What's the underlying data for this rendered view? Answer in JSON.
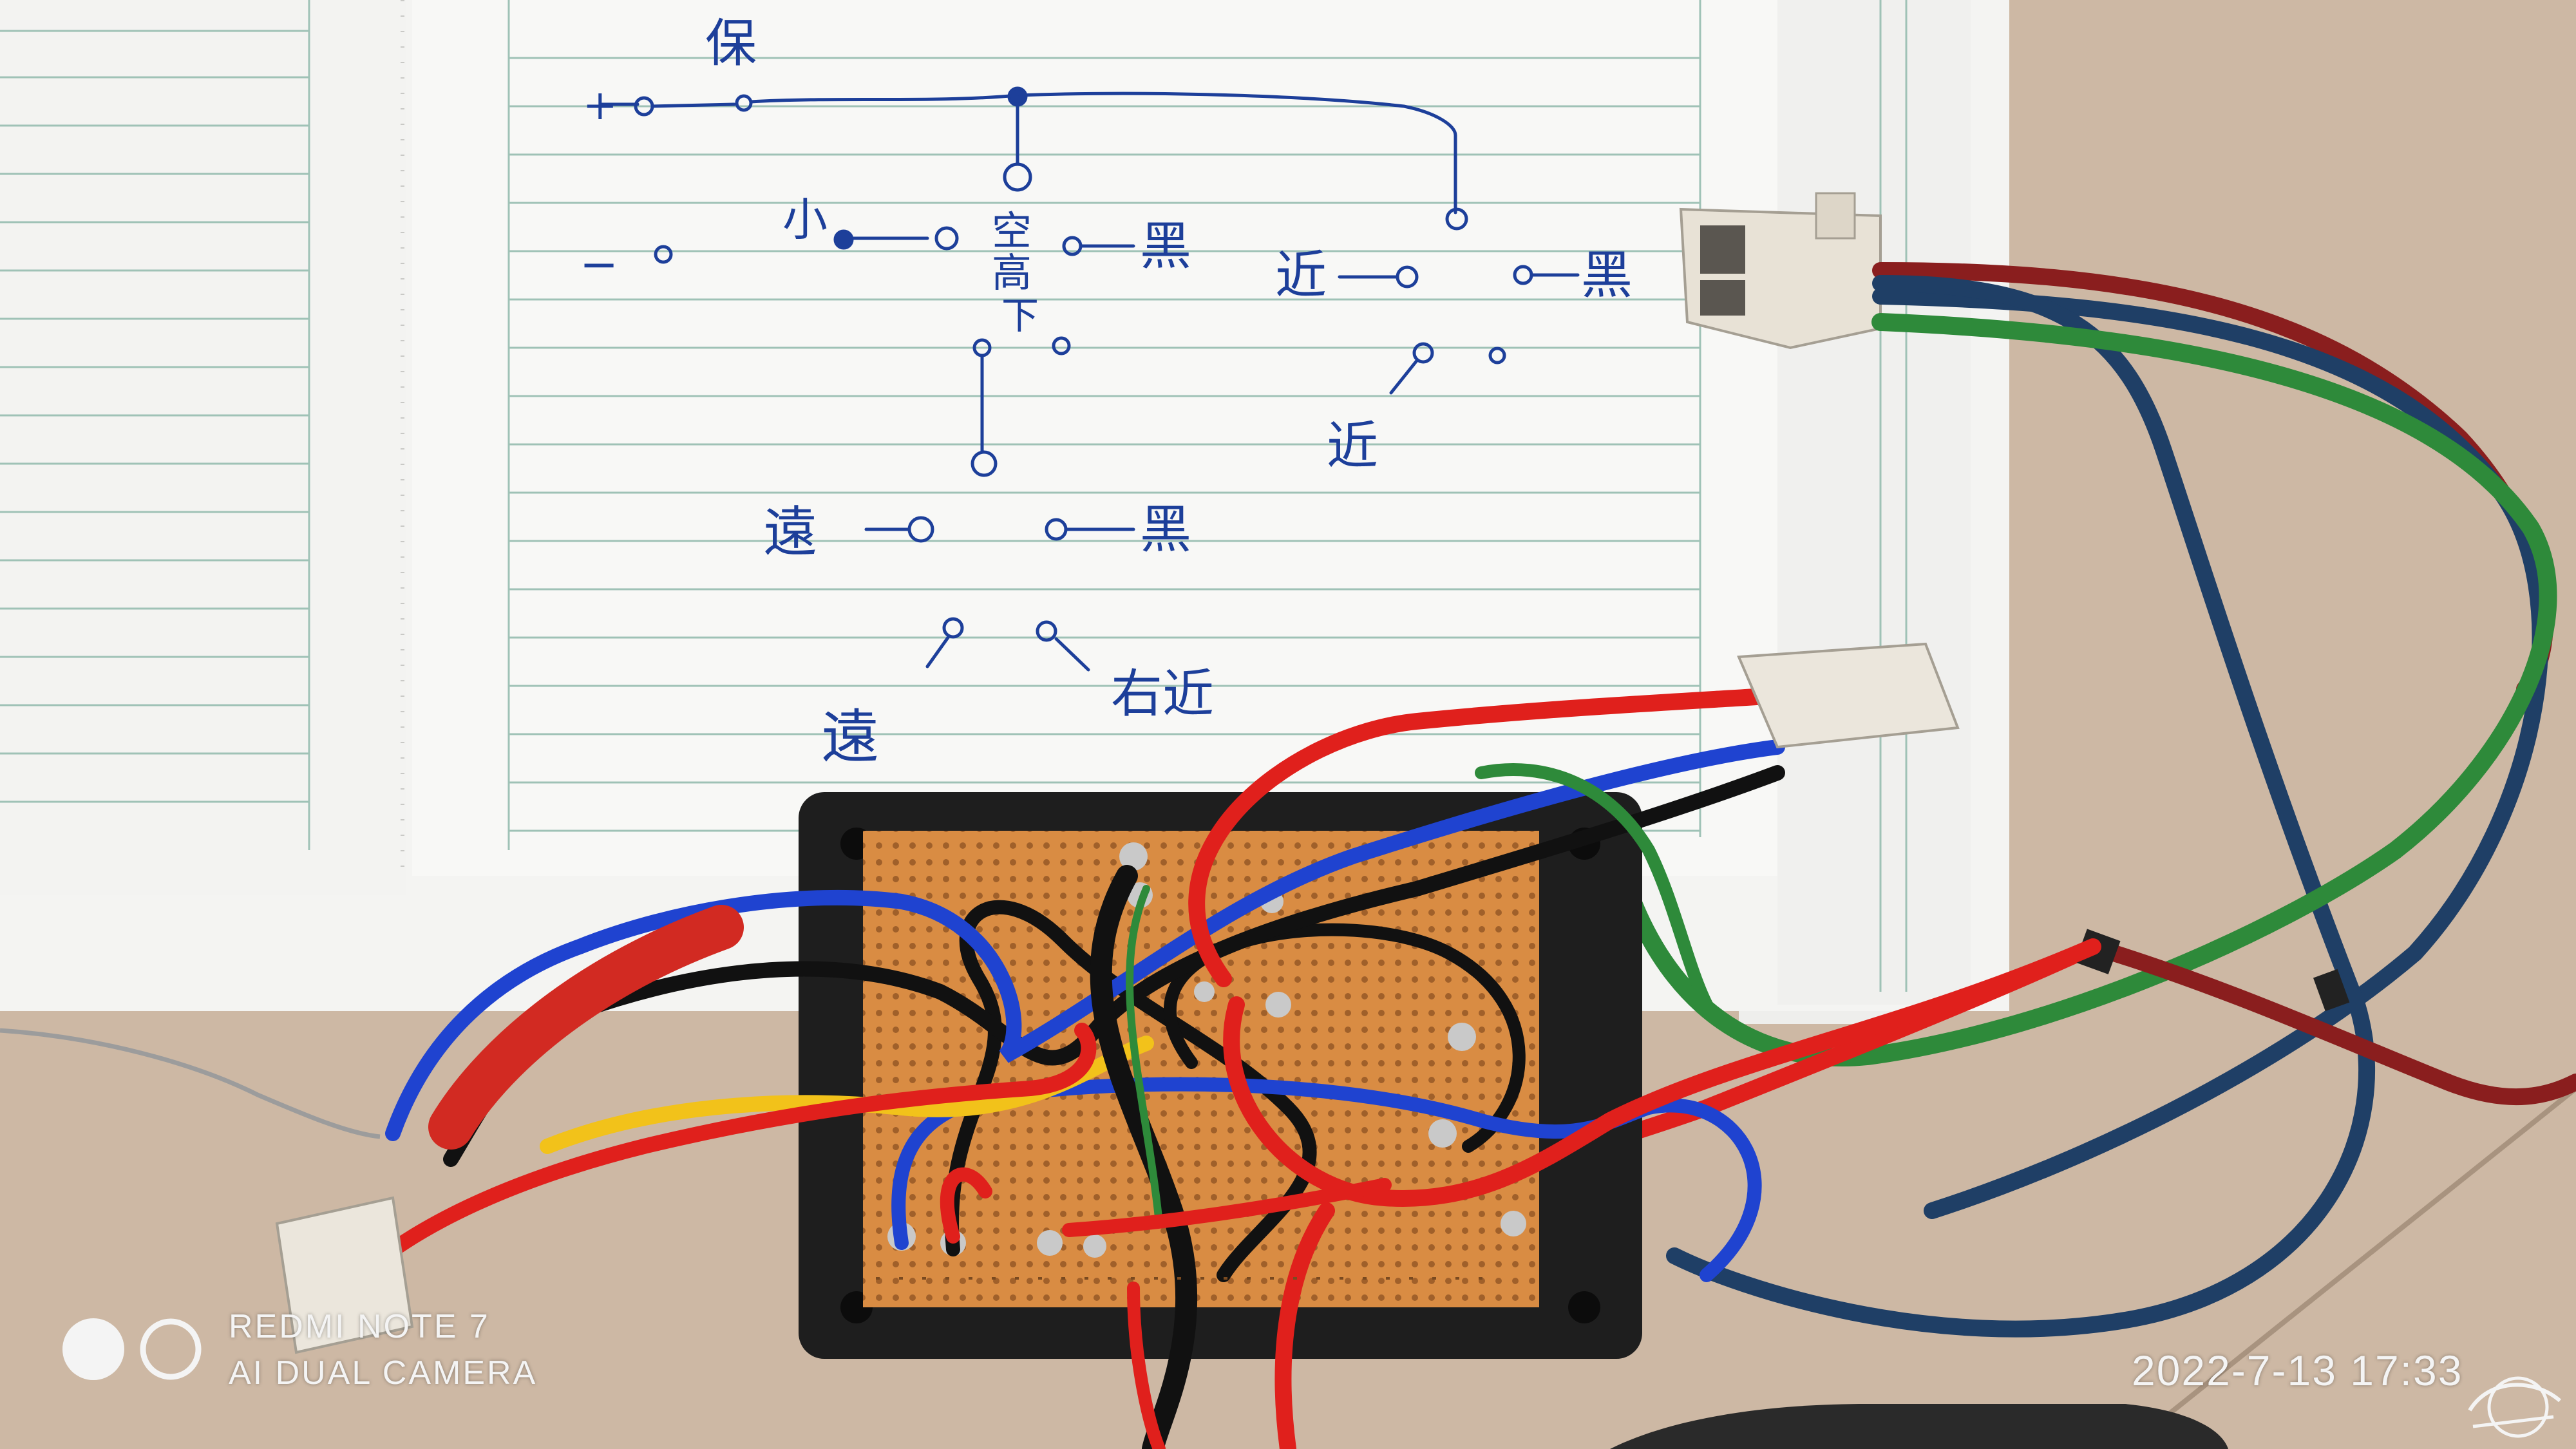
{
  "photo": {
    "subject": "",
    "colors": {
      "table": "#cdb8a4",
      "paper": "#f7f7f5",
      "rule_line": "#9fc2b6",
      "ink": "#1d3f9a",
      "pcb": "#d98c43",
      "enclosure": "#1e1e1e",
      "wire_red": "#e0201c",
      "wire_blue": "#1f43d0",
      "wire_black": "#111111",
      "wire_green": "#2e8a3a",
      "wire_yellow": "#f2c21a",
      "wire_darkred": "#8a1e1e",
      "wire_navy": "#1f3f66"
    }
  },
  "sketch": {
    "labels": [
      "保",
      "+",
      "−",
      "小",
      "空",
      "高",
      "下",
      "黑",
      "近",
      "黑",
      "近",
      "遠",
      "黑",
      "遠",
      "右近"
    ]
  },
  "watermark": {
    "brand": "REDMI NOTE 7",
    "camera": "AI DUAL CAMERA"
  },
  "timestamp": "2022-7-13 17:33",
  "logo_icon": "moto-club-logo-icon"
}
